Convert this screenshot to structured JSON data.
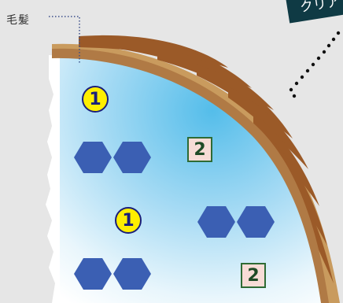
{
  "labels": {
    "hair": "毛髪",
    "clear": "クリア"
  },
  "markers": {
    "circle_1a": "1",
    "circle_1b": "1",
    "square_2a": "2",
    "square_2b": "2"
  },
  "colors": {
    "background": "#e6e6e6",
    "hair_brown": "#a0622d",
    "hair_tan": "#c99b5e",
    "interior_blue": "#6cc8ef",
    "hexagon_blue": "#3b5fb3",
    "circle_yellow": "#ffee00",
    "square_pink": "#f7dcd6",
    "clear_badge": "#0f3a44"
  }
}
